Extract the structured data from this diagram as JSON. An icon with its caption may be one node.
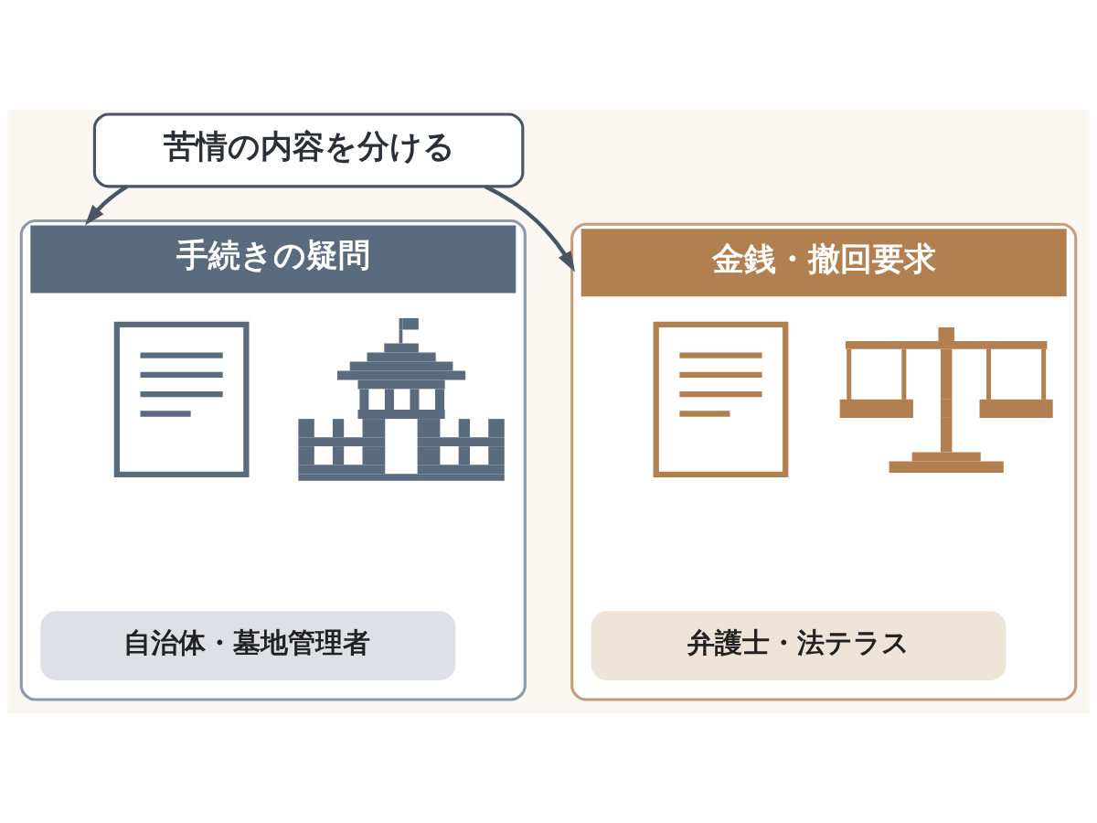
{
  "diagram": {
    "nodes": [
      {
        "text": [
          "苦情の内容を分ける"
        ]
      },
      {
        "text": [
          "手続きの疑問"
        ]
      },
      {
        "text": [],
        "shape": "picture",
        "in": 1
      },
      {
        "text": [],
        "shape": "picture",
        "in": 1
      },
      {
        "text": [
          "自治体・墓地管理者"
        ],
        "in": 1
      },
      {
        "text": [
          "金銭・撤回要求"
        ]
      },
      {
        "text": [],
        "shape": "picture",
        "in": 5
      },
      {
        "text": [],
        "shape": "picture",
        "in": 5
      },
      {
        "text": [
          "弁護士・法テラス"
        ],
        "in": 5
      }
    ],
    "edges": [
      {
        "from": 0,
        "to": 1,
        "arrow": "to"
      },
      {
        "from": 0,
        "to": 5,
        "arrow": "to"
      }
    ]
  }
}
